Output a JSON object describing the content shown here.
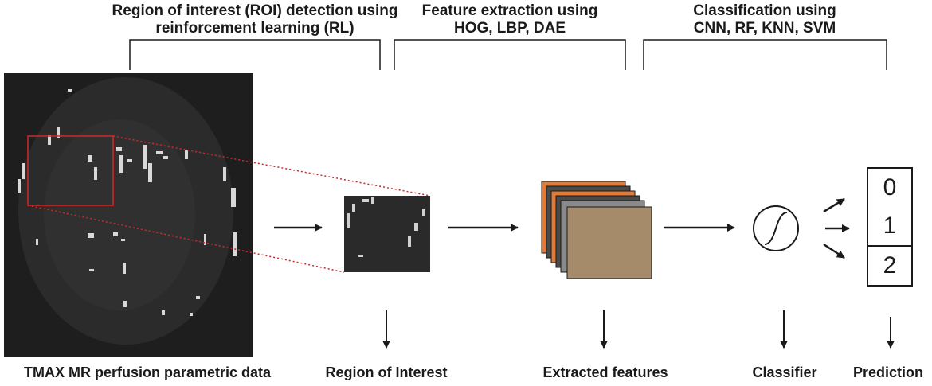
{
  "stages": [
    {
      "line1": "Region of interest (ROI) detection using",
      "line2": "reinforcement learning (RL)"
    },
    {
      "line1": "Feature extraction using",
      "line2": "HOG, LBP, DAE"
    },
    {
      "line1": "Classification using",
      "line2": "CNN, RF, KNN, SVM"
    }
  ],
  "captions": {
    "input": "TMAX MR perfusion parametric data",
    "roi": "Region of Interest",
    "features": "Extracted features",
    "classifier": "Classifier",
    "prediction": "Prediction"
  },
  "prediction_classes": [
    "0",
    "1",
    "2"
  ],
  "colors": {
    "roi_box": "#d62728",
    "feature_orange": "#e07b39",
    "feature_gray": "#4a4a4a",
    "feature_front": "#a58b6a",
    "scan_background": "#1e1e1e"
  }
}
